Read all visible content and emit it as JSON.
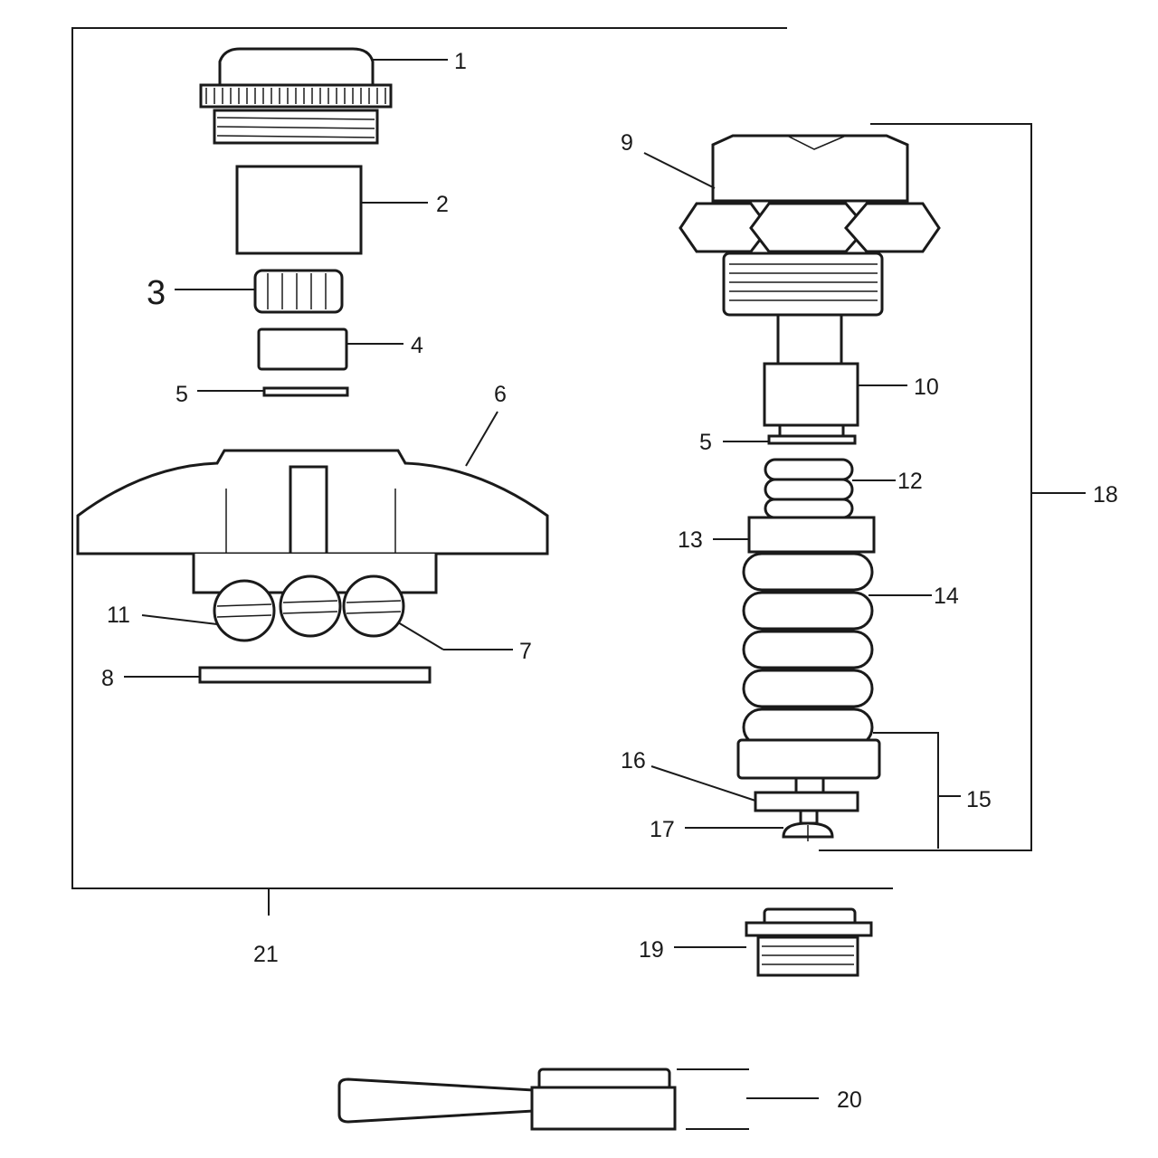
{
  "labels": {
    "p1": "1",
    "p2": "2",
    "p3": "3",
    "p4": "4",
    "p5a": "5",
    "p6": "6",
    "p7": "7",
    "p8": "8",
    "p9": "9",
    "p10": "10",
    "p11": "11",
    "p5b": "5",
    "p12": "12",
    "p13": "13",
    "p14": "14",
    "p15": "15",
    "p16": "16",
    "p17": "17",
    "p18": "18",
    "p19": "19",
    "p20": "20",
    "p21": "21"
  },
  "colors": {
    "ink": "#1a1a1a",
    "paper": "#ffffff"
  }
}
